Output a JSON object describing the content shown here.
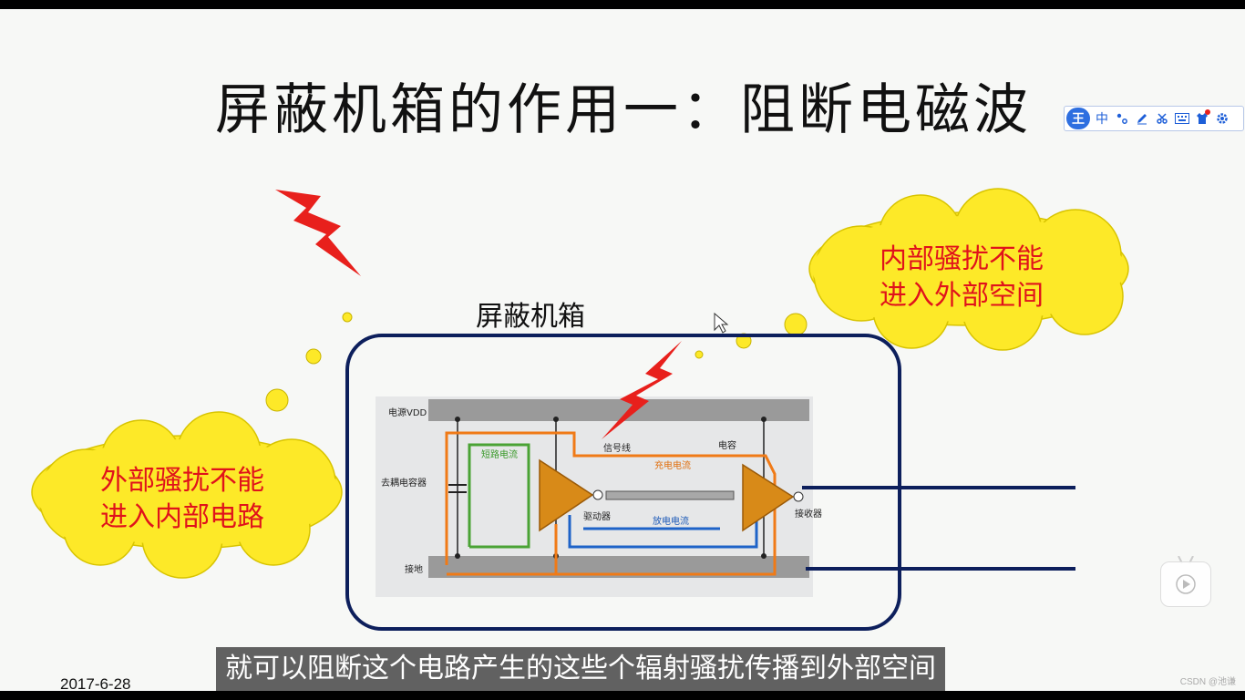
{
  "slide": {
    "title": "屏蔽机箱的作用一：阻断电磁波",
    "box_title": "屏蔽机箱",
    "cloud_left": [
      "外部骚扰不能",
      "进入内部电路"
    ],
    "cloud_right": [
      "内部骚扰不能",
      "进入外部空间"
    ],
    "date": "2017-6-28"
  },
  "diagram": {
    "vdd": "电源VDD",
    "decap": "去耦电容器",
    "ground": "接地",
    "short_current": "短路电流",
    "signal_line": "信号线",
    "charge_current": "充电电流",
    "capacitor": "电容",
    "receiver": "接收器",
    "driver": "驱动器",
    "discharge_current": "放电电流"
  },
  "player": {
    "subtitle": "就可以阻断这个电路产生的这些个辐射骚扰传播到外部空间",
    "watermark": "CSDN @池谦"
  },
  "ime": {
    "logo": "王",
    "mode": "中",
    "items": [
      "punctuation-icon",
      "pen-icon",
      "scissors-icon",
      "keyboard-icon",
      "shirt-icon",
      "settings-icon"
    ]
  },
  "colors": {
    "lightning": "#e8201c",
    "cloud": "#fde928",
    "cloud_text": "#e0121b",
    "box_border": "#0d1f5c",
    "orange_path": "#f07a16",
    "green_path": "#4aa335",
    "blue_path": "#1e63c8",
    "driver_fill": "#d88a18"
  }
}
